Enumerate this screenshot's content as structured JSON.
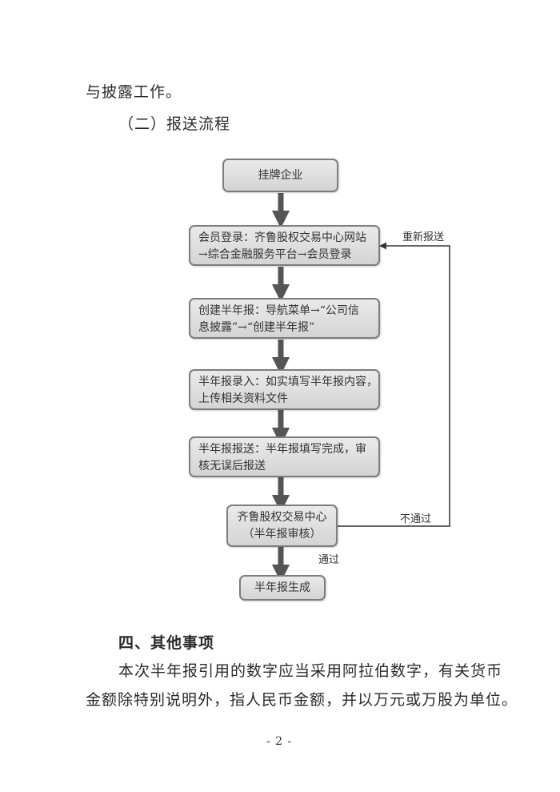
{
  "text": {
    "prev_line": "与披露工作。",
    "subheading": "（二）报送流程",
    "section_heading": "四、其他事项",
    "para_line1": "本次半年报引用的数字应当采用阿拉伯数字，有关货币",
    "para_line2": "金额除特别说明外，指人民币金额，并以万元或万股为单位。",
    "page_number": "- 2 -"
  },
  "flowchart": {
    "nodes": {
      "listed_company": {
        "lines": [
          "挂牌企业"
        ]
      },
      "member_login": {
        "lines": [
          "会员登录：齐鲁股权交易中心网站",
          "→综合金融服务平台→会员登录"
        ]
      },
      "create_report": {
        "lines": [
          "创建半年报：导航菜单→“公司信",
          "息披露”→“创建半年报”"
        ]
      },
      "report_entry": {
        "lines": [
          "半年报录入：如实填写半年报内容，",
          "上传相关资料文件"
        ]
      },
      "report_submit": {
        "lines": [
          "半年报报送：半年报填写完成，审",
          "核无误后报送"
        ]
      },
      "center_review": {
        "lines": [
          "齐鲁股权交易中心",
          "（半年报审核）"
        ]
      },
      "report_generated": {
        "lines": [
          "半年报生成"
        ]
      }
    },
    "labels": {
      "resubmit": "重新报送",
      "not_passed": "不通过",
      "passed": "通过"
    }
  }
}
